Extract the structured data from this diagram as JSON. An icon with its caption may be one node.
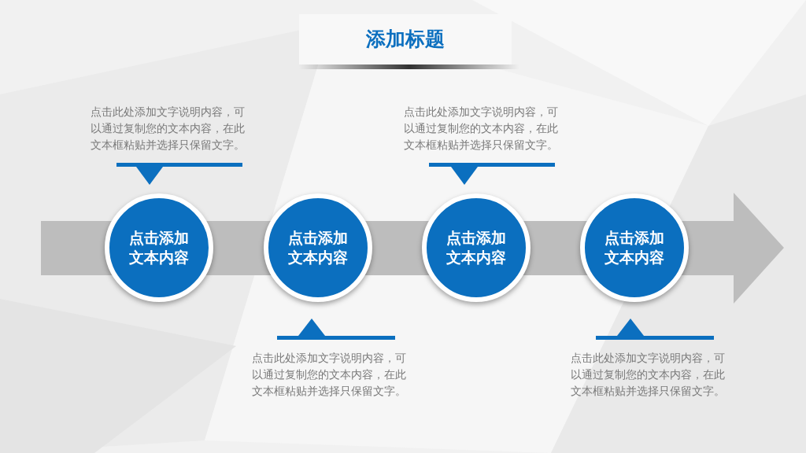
{
  "diagram": {
    "title": "添加标题",
    "nodes": [
      {
        "text": [
          "点击添加文本内容"
        ]
      },
      {
        "text": [
          "点击添加文本内容"
        ]
      },
      {
        "text": [
          "点击添加文本内容"
        ]
      },
      {
        "text": [
          "点击添加文本内容"
        ]
      }
    ],
    "labels": [
      "点击此处添加文字说明内容，可以通过复制您的文本内容，在此文本框粘贴并选择只保留文字。",
      "点击此处添加文字说明内容，可以通过复制您的文本内容，在此文本框粘贴并选择只保留文字。",
      "点击此处添加文字说明内容，可以通过复制您的文本内容，在此文本框粘贴并选择只保留文字。",
      "点击此处添加文字说明内容，可以通过复制您的文本内容，在此文本框粘贴并选择只保留文字。"
    ]
  }
}
